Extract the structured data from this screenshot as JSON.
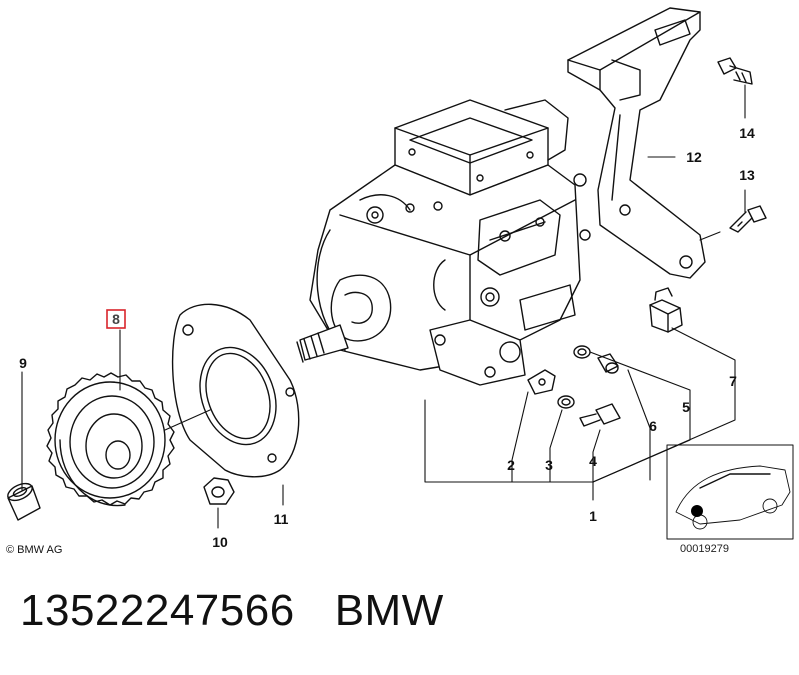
{
  "diagram": {
    "callouts": {
      "c1": "1",
      "c2": "2",
      "c3": "3",
      "c4": "4",
      "c5": "5",
      "c6": "6",
      "c7": "7",
      "c8": "8",
      "c9": "9",
      "c10": "10",
      "c11": "11",
      "c12": "12",
      "c13": "13",
      "c14": "14"
    },
    "highlighted_part": "8",
    "highlight_color": "#d9242b",
    "copyright": "© BMW AG",
    "reference_number": "00019279"
  },
  "caption": {
    "part_number": "13522247566",
    "brand": "BMW"
  }
}
